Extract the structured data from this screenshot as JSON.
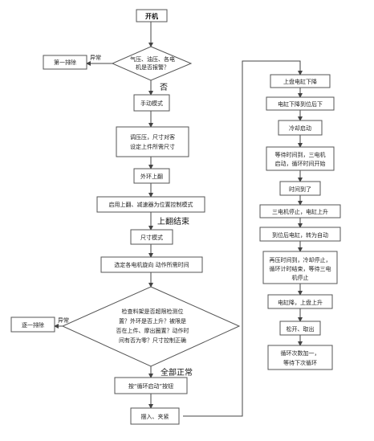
{
  "nodes": {
    "start": "开机",
    "check1": [
      "气压、油压、各电",
      "机是否报警？"
    ],
    "fault1": "第一排除",
    "manual": "手动模式",
    "set_pressure": [
      "调压压，尺寸对客",
      "设定上件所需尺寸"
    ],
    "lift_out": "外环上翻",
    "program": "启用上翻、减速器为位置控制模式",
    "size_mode": "尺寸模式",
    "select_motor": "选定各电机旋向  动作所需时间",
    "check2": [
      "检查料架是否超限检测位",
      "置？外环是否上升？被限是",
      "否在上件、摩出圈置？动作时",
      "间有否为零？尺寸控制正确"
    ],
    "fault2": "逐一排除",
    "press_cycle": "按“循环启动”按钮",
    "load": "摆入、夹紧",
    "r_down": "上盘电缸下降",
    "r_press": "电缸下降到位后下",
    "r_cool": "冷却启动",
    "r_wait": [
      "等待时间到，三电机",
      "启动，循环时间开始"
    ],
    "r_stop": "时间到了",
    "r_motor": "三电机停止，电缸上升",
    "r_reach": "到位后电缸，转为自动",
    "r_timer": [
      "再压时间到，冷却停止，",
      "循环计时结束，等待三电",
      "机停止"
    ],
    "r_lift": "电缸降，上盘上升",
    "r_remove": "松开、取出",
    "r_count": [
      "循环次数加一，",
      "等待下次循环"
    ]
  },
  "labels": {
    "abnormal": "异常",
    "no": "否",
    "program_done": "上翻结束",
    "all_normal": "全部正常"
  }
}
